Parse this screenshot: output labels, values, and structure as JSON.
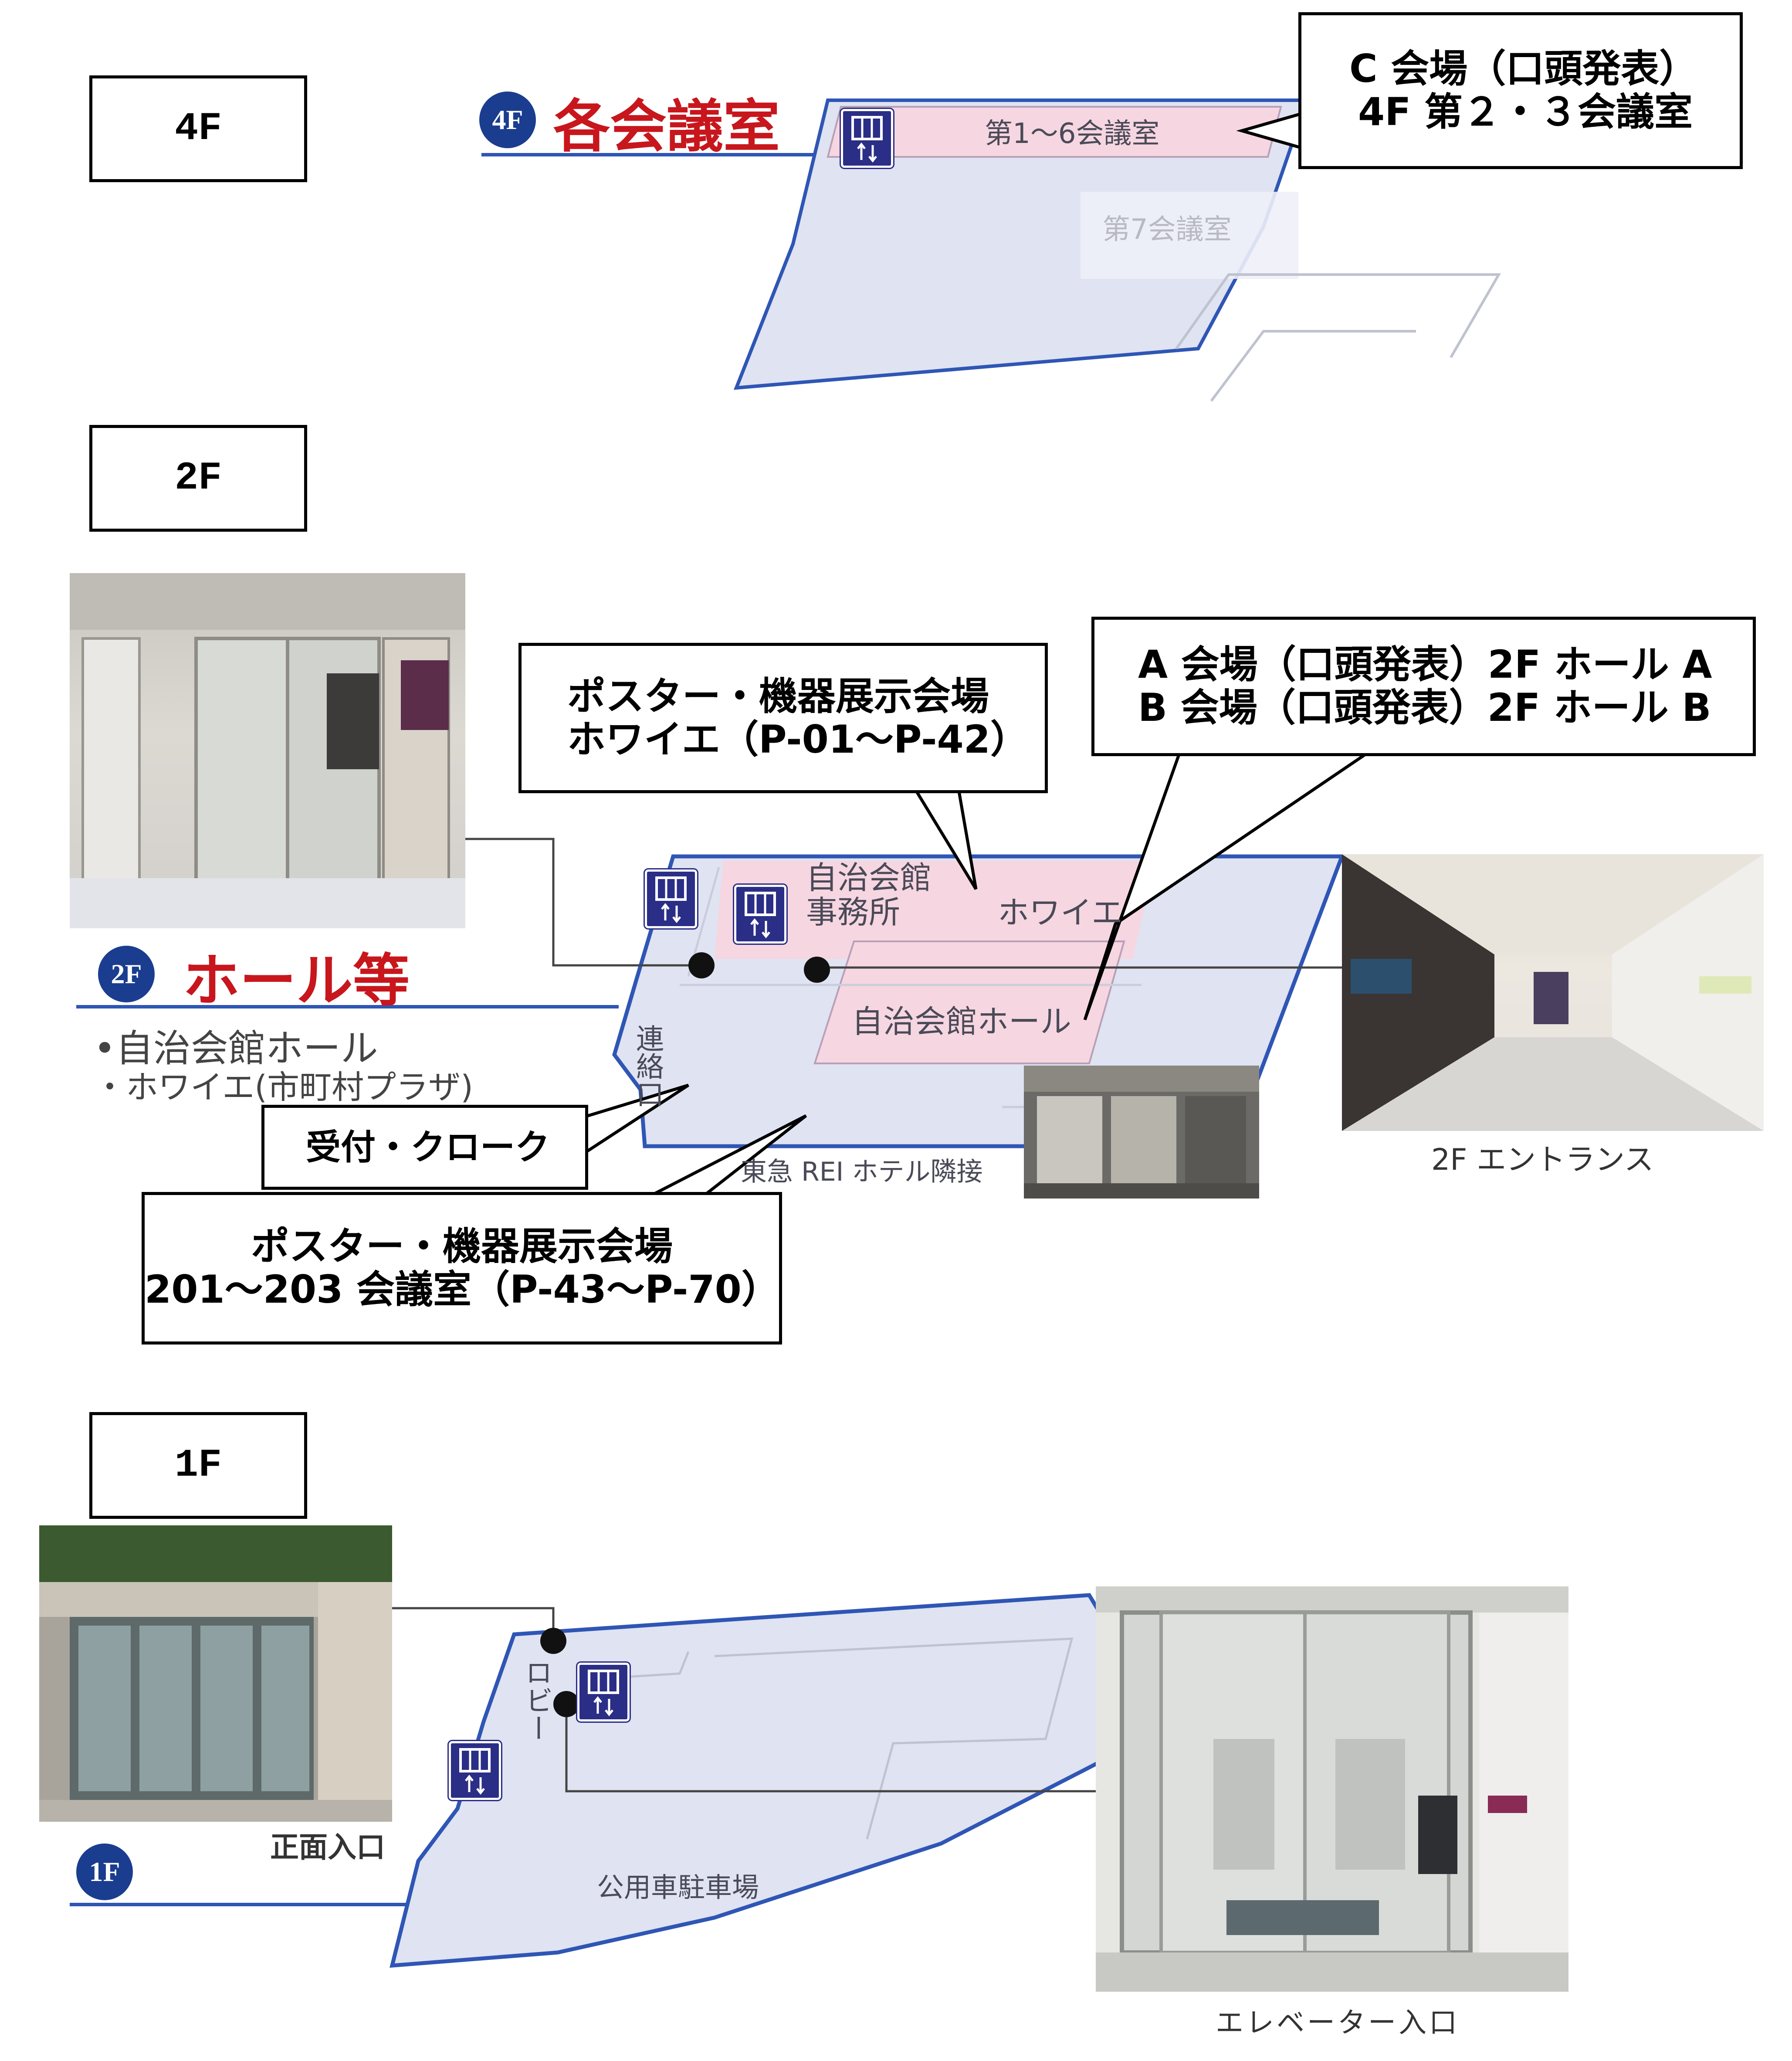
{
  "floors": {
    "f4": {
      "label": "4F",
      "badge": "4F",
      "title": "各会議室",
      "rooms": [
        "第1〜6会議室",
        "第7会議室"
      ],
      "callout": [
        "C 会場（口頭発表）",
        "4F 第２・３会議室"
      ]
    },
    "f2": {
      "label": "2F",
      "badge": "2F",
      "title": "ホール等",
      "list": [
        "•自治会館ホール",
        "・ホワイエ(市町村プラザ)"
      ],
      "rooms": {
        "office": [
          "自治会館",
          "事務所"
        ],
        "foyer": "ホワイエ",
        "hall": "自治会館ホール",
        "corridor": "連絡口",
        "adjacent": "東急 REI ホテル隣接"
      },
      "callouts": {
        "poster_foyer": [
          "ポスター・機器展示会場",
          "ホワイエ（P-01〜P-42）"
        ],
        "halls": [
          "A 会場（口頭発表）2F ホール A",
          "B 会場（口頭発表）2F ホール B"
        ],
        "reception": "受付・クローク",
        "poster_rooms": [
          "ポスター・機器展示会場",
          "201〜203 会議室（P-43〜P-70）"
        ]
      },
      "photo_caption": "2F エントランス"
    },
    "f1": {
      "label": "1F",
      "badge": "1F",
      "rooms": {
        "lobby": "ロビー",
        "parking": "公用車駐車場"
      },
      "captions": {
        "main_entrance": "正面入口",
        "elevator_entrance": "エレベーター入口"
      }
    }
  },
  "colors": {
    "floor_fill": "#dfe3f2",
    "floor_stroke": "#2f56b5",
    "room_pink": "#f6d6e0",
    "badge_blue": "#1a3d8f",
    "title_red": "#c8161d",
    "elevator_blue": "#2b2e86"
  },
  "icons": [
    "elevator-icon",
    "location-dot-icon"
  ]
}
